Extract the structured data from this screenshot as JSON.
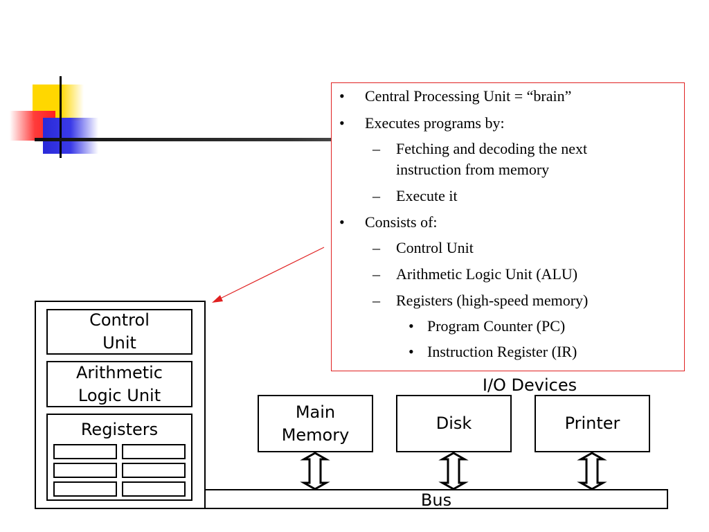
{
  "slide": {
    "bullets": [
      {
        "marker": "•",
        "text": "Central Processing Unit = “brain”"
      },
      {
        "marker": "•",
        "text": "Executes programs by:"
      },
      {
        "marker": "–",
        "text": "Fetching and decoding the next"
      },
      {
        "marker": "",
        "text": "instruction from memory"
      },
      {
        "marker": "–",
        "text": "Execute it"
      },
      {
        "marker": "•",
        "text": "Consists of:"
      },
      {
        "marker": "–",
        "text": "Control Unit"
      },
      {
        "marker": "–",
        "text": "Arithmetic Logic Unit (ALU)"
      },
      {
        "marker": "–",
        "text": "Registers (high-speed memory)"
      },
      {
        "marker": "•",
        "text": "Program Counter (PC)"
      },
      {
        "marker": "•",
        "text": "Instruction Register (IR)"
      }
    ]
  },
  "diagram": {
    "cpu": {
      "control_unit": [
        "Control",
        "Unit"
      ],
      "alu": [
        "Arithmetic",
        "Logic Unit"
      ],
      "registers": "Registers"
    },
    "io_label": "I/O Devices",
    "main_memory": [
      "Main",
      "Memory"
    ],
    "disk": "Disk",
    "printer": "Printer",
    "bus": "Bus"
  },
  "colors": {
    "box_border": "#e02020",
    "arrow": "#e02020"
  }
}
